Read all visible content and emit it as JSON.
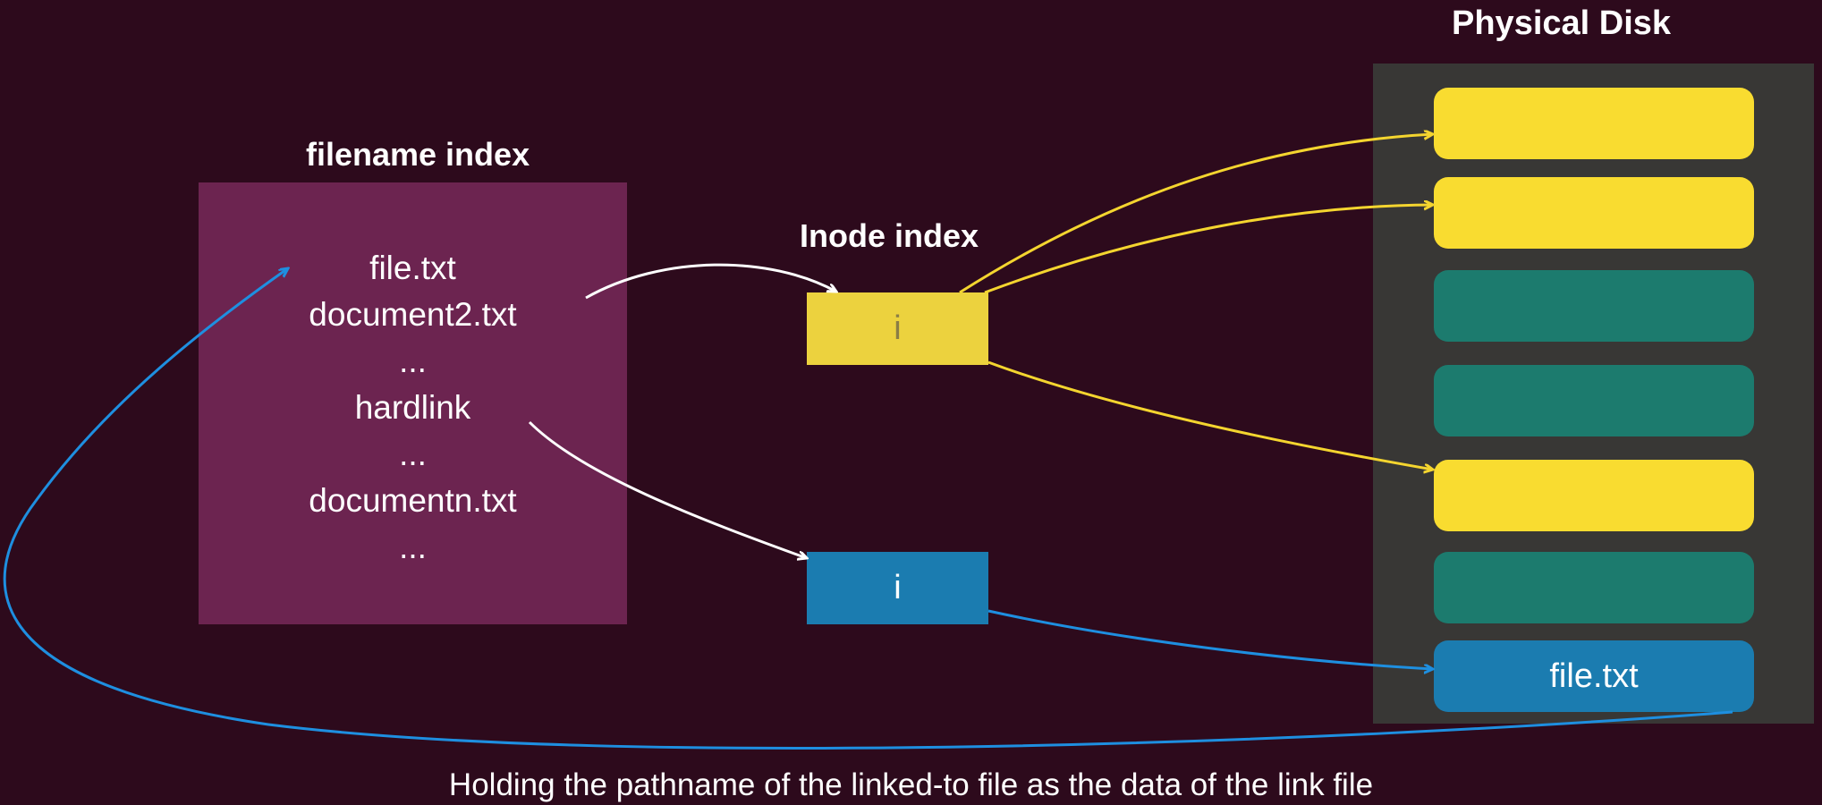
{
  "titles": {
    "filename_index": "filename index",
    "inode_index": "Inode index",
    "physical_disk": "Physical Disk"
  },
  "filename_entries": [
    "file.txt",
    "document2.txt",
    "...",
    "hardlink",
    "...",
    "documentn.txt",
    "..."
  ],
  "inodes": [
    {
      "label": "i",
      "color": "#ecd23e"
    },
    {
      "label": "i",
      "color": "#1b7cb0"
    }
  ],
  "disk_blocks": [
    {
      "kind": "yellow",
      "label": ""
    },
    {
      "kind": "yellow",
      "label": ""
    },
    {
      "kind": "teal",
      "label": ""
    },
    {
      "kind": "teal",
      "label": ""
    },
    {
      "kind": "yellow",
      "label": ""
    },
    {
      "kind": "teal",
      "label": ""
    },
    {
      "kind": "blue",
      "label": "file.txt"
    }
  ],
  "caption": "Holding the pathname of the linked-to file as the data of the link file",
  "colors": {
    "background": "#2d0a1c",
    "filename_panel": "#6c2450",
    "disk_panel": "#383735",
    "yellow": "#f9dc30",
    "teal": "#1c7b6e",
    "blue": "#1b7cb0",
    "arrow_white": "#ffffff",
    "arrow_yellow": "#f4d52f",
    "arrow_blue": "#1e8fe0"
  }
}
